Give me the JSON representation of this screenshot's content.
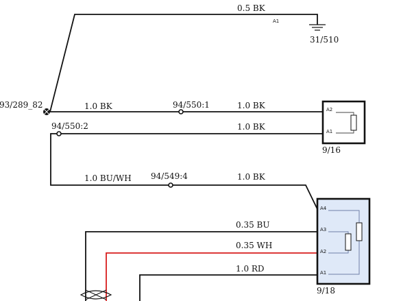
{
  "ground": {
    "wire_label": "0.5 BK",
    "pin": "A1",
    "id": "31/510"
  },
  "splice": {
    "id": "93/289_82"
  },
  "connector_916": {
    "id": "9/16",
    "pins": [
      "A2",
      "A1"
    ],
    "wire_a2_left_label": "1.0 BK",
    "junction_a2": "94/550:1",
    "wire_a2_right_label": "1.0 BK",
    "junction_a1": "94/550:2",
    "wire_a1_label": "1.0 BK"
  },
  "connector_918": {
    "id": "9/18",
    "pins": [
      "A4",
      "A3",
      "A2",
      "A1"
    ],
    "wire_a4_left_label": "1.0 BU/WH",
    "junction_a4": "94/549:4",
    "wire_a4_right_label": "1.0 BK",
    "wire_a3_label": "0.35 BU",
    "wire_a2_label": "0.35 WH",
    "wire_a1_label": "1.0 RD"
  },
  "colors": {
    "wire": "#111111",
    "red_wire": "#d81c1c",
    "module_fill": "#dfe9f8"
  }
}
